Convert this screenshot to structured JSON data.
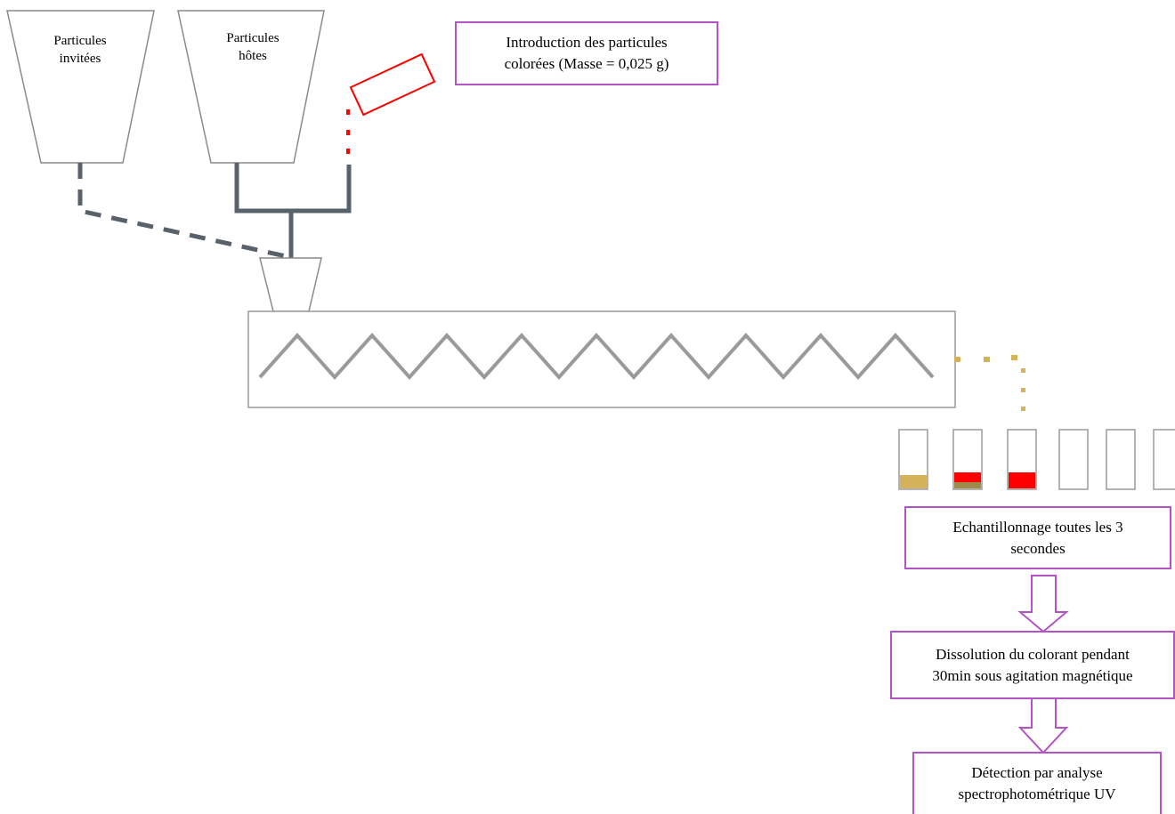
{
  "hoppers": {
    "guest": {
      "label_line1": "Particules",
      "label_line2": "invitées"
    },
    "host": {
      "label_line1": "Particules",
      "label_line2": "hôtes"
    }
  },
  "boxes": {
    "introduction": {
      "line1": "Introduction des particules",
      "line2": "colorées (Masse = 0,025 g)"
    },
    "sampling": {
      "line1": "Echantillonnage toutes les 3",
      "line2": "secondes"
    },
    "dissolution": {
      "line1": "Dissolution du colorant pendant",
      "line2": "30min sous agitation magnétique"
    },
    "detection": {
      "line1": "Détection par analyse",
      "line2": "spectrophotométrique UV"
    }
  },
  "colors": {
    "box_border": "#b452c8",
    "pipe": "#59616b",
    "tracer": "#ff0000",
    "host_powder": "#d4b25a",
    "outline": "#9a9a9a"
  },
  "sample_tubes": [
    {
      "fill": "host"
    },
    {
      "fill": "host+tracer"
    },
    {
      "fill": "tracer"
    },
    {
      "fill": "empty"
    },
    {
      "fill": "empty"
    },
    {
      "fill": "empty"
    }
  ]
}
